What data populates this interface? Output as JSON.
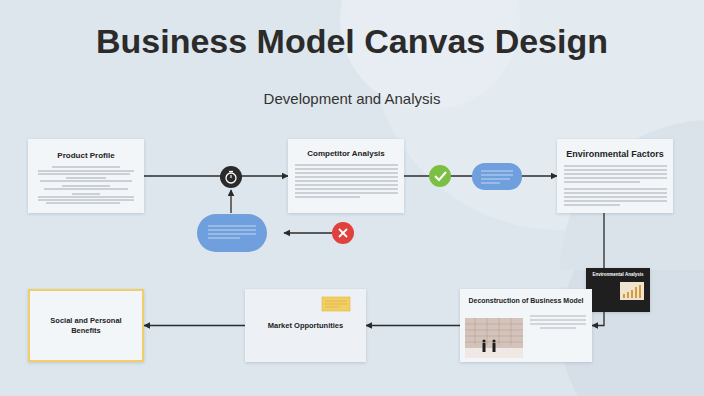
{
  "diagram": {
    "title": "Business Model Canvas Design",
    "nodes": [
      {
        "text": [
          "Product Profile"
        ]
      },
      {
        "text": [
          "Competitor Analysis"
        ]
      },
      {
        "text": [
          "Environmental Factors"
        ]
      },
      {
        "text": [
          "Environmental Analysis"
        ]
      },
      {
        "text": [
          "Deconstruction of Business Model"
        ]
      },
      {
        "text": [
          "Market Opportunities"
        ]
      },
      {
        "text": [
          "Social and Personal Benefits"
        ]
      }
    ],
    "edges": [
      {
        "from": 0,
        "to": 1,
        "arrow": "to"
      },
      {
        "from": 1,
        "to": 2,
        "arrow": "to"
      },
      {
        "from": 2,
        "to": 3,
        "arrow": "none"
      },
      {
        "from": 3,
        "to": 4,
        "arrow": "to"
      },
      {
        "from": 4,
        "to": 5,
        "arrow": "to"
      },
      {
        "from": 5,
        "to": 6,
        "arrow": "to"
      }
    ],
    "labels": [
      "Development and Analysis"
    ]
  }
}
